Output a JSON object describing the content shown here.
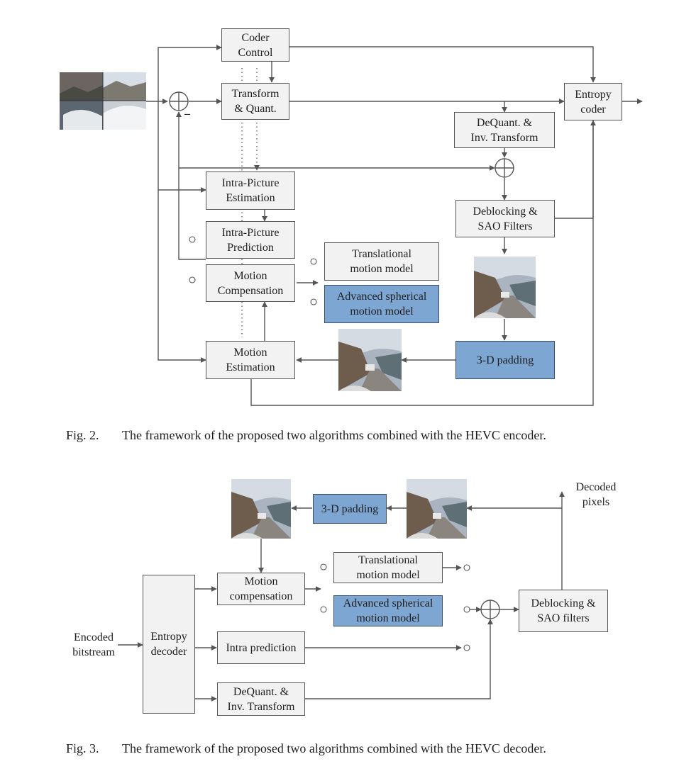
{
  "fig2": {
    "blocks": {
      "coder_control": "Coder\nControl",
      "transform_quant": "Transform\n& Quant.",
      "entropy_coder": "Entropy\ncoder",
      "dequant_inv_transform": "DeQuant. &\nInv. Transform",
      "intra_picture_estimation": "Intra-Picture\nEstimation",
      "intra_picture_prediction": "Intra-Picture\nPrediction",
      "deblocking_sao": "Deblocking &\nSAO Filters",
      "motion_compensation": "Motion\nCompensation",
      "translational_motion_model": "Translational\nmotion model",
      "advanced_spherical_motion_model": "Advanced spherical\nmotion model",
      "padding_3d": "3-D padding",
      "motion_estimation": "Motion\nEstimation"
    },
    "minus_sign": "–",
    "caption_number": "Fig. 2.",
    "caption_text": "The framework of the proposed two algorithms combined with the HEVC encoder."
  },
  "fig3": {
    "blocks": {
      "padding_3d": "3-D padding",
      "translational_motion_model": "Translational\nmotion model",
      "motion_compensation": "Motion\ncompensation",
      "advanced_spherical_motion_model": "Advanced spherical\nmotion model",
      "entropy_decoder": "Entropy\ndecoder",
      "intra_prediction": "Intra prediction",
      "deblocking_sao": "Deblocking &\nSAO filters",
      "dequant_inv_transform": "DeQuant. &\nInv. Transform"
    },
    "input_label": "Encoded\nbitstream",
    "output_label": "Decoded\npixels",
    "caption_number": "Fig. 3.",
    "caption_text": "The framework of the proposed two algorithms combined with the HEVC decoder."
  },
  "colors": {
    "block_fill": "#f2f2f2",
    "highlight_fill": "#7ea6d3",
    "line": "#555555"
  }
}
